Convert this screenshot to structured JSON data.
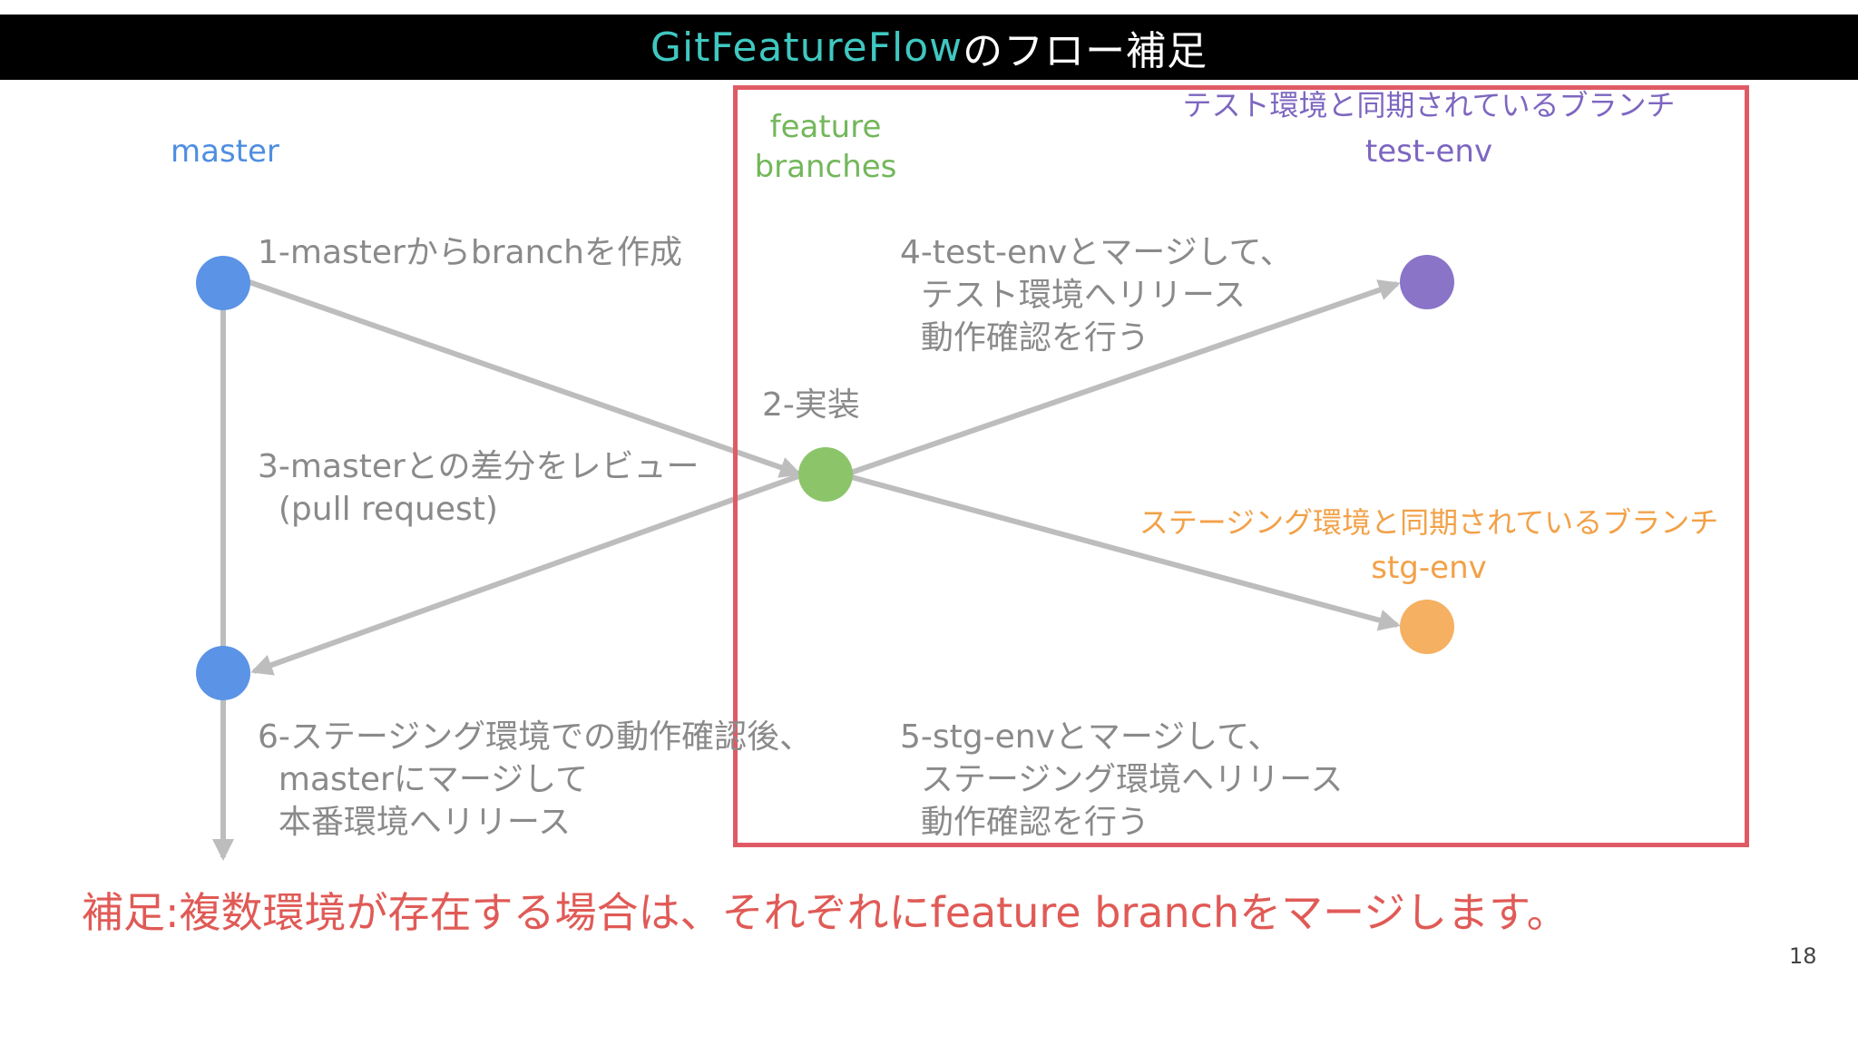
{
  "title": {
    "accent": "GitFeatureFlow",
    "rest": "のフロー補足"
  },
  "lanes": {
    "master": "master",
    "feature": "feature branches",
    "test_env_desc": "テスト環境と同期されているブランチ",
    "test_env_name": "test-env",
    "stg_env_desc": "ステージング環境と同期されているブランチ",
    "stg_env_name": "stg-env"
  },
  "steps": {
    "step1": "1-masterからbranchを作成",
    "step2": "2-実装",
    "step3": "3-masterとの差分をレビュー\n  (pull request)",
    "step4": "4-test-envとマージして、\n  テスト環境へリリース\n  動作確認を行う",
    "step5": "5-stg-envとマージして、\n  ステージング環境へリリース\n  動作確認を行う",
    "step6": "6-ステージング環境での動作確認後、\n  masterにマージして\n  本番環境へリリース"
  },
  "note": "補足:複数環境が存在する場合は、それぞれにfeature branchをマージします。",
  "page_number": "18",
  "colors": {
    "master": "#5b93e6",
    "feature": "#8cc46a",
    "test_env": "#8a74c8",
    "stg_env": "#f5b062",
    "arrow": "#bdbdbd",
    "frame": "#e05a66",
    "note": "#e05a56",
    "title_accent": "#3fc8c0"
  }
}
